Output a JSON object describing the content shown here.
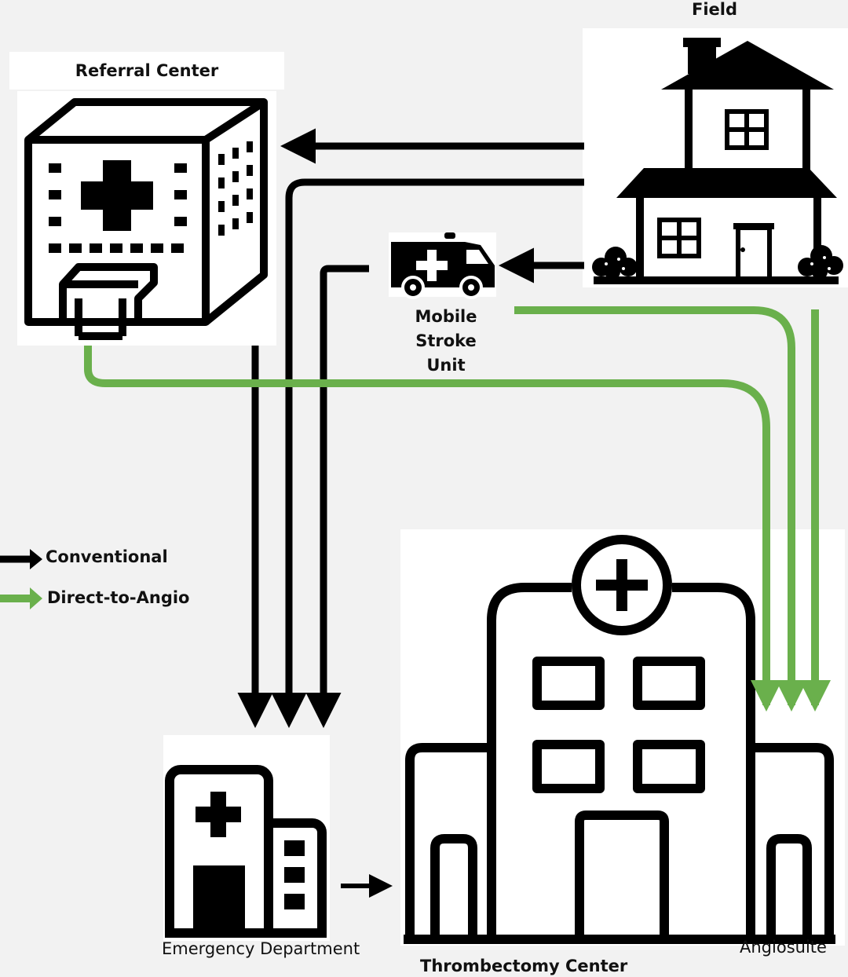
{
  "nodes": {
    "field": {
      "label": "Field"
    },
    "referral_center": {
      "label": "Referral Center"
    },
    "mobile_stroke_unit": {
      "label_lines": [
        "Mobile",
        "Stroke",
        "Unit"
      ]
    },
    "emergency_department": {
      "label": "Emergency Department"
    },
    "thrombectomy_center": {
      "label": "Thrombectomy Center"
    },
    "angiosuite": {
      "label": "Angiosuite"
    }
  },
  "legend": [
    {
      "label": "Conventional",
      "color": "#000000"
    },
    {
      "label": "Direct-to-Angio",
      "color": "#6ab04c"
    }
  ],
  "colors": {
    "conventional": "#000000",
    "direct": "#6ab04c",
    "background": "#f2f2f2"
  }
}
